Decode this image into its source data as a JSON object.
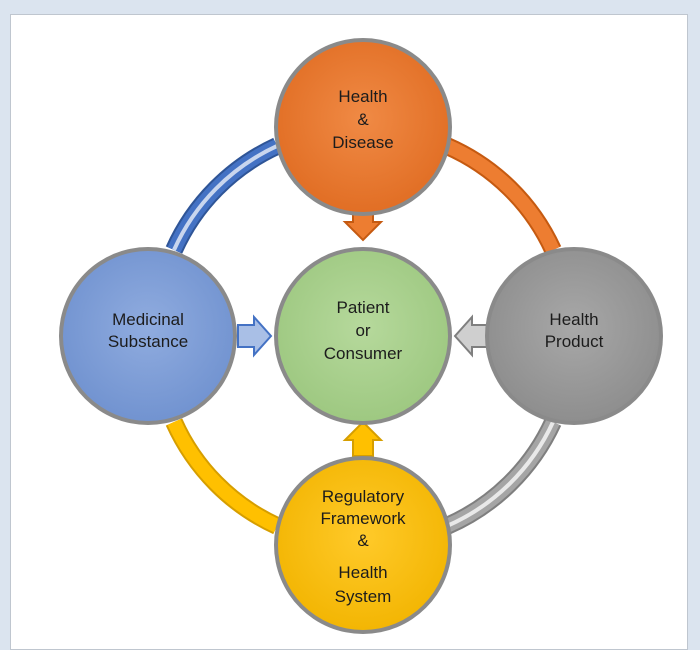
{
  "diagram": {
    "nodes": {
      "health_disease": {
        "lines": [
          "Health",
          "&",
          "Disease"
        ],
        "color": "#ed7d31"
      },
      "medicinal_substance": {
        "lines": [
          "Medicinal",
          "Substance"
        ],
        "color": "#7f9fd6"
      },
      "patient_consumer": {
        "lines": [
          "Patient",
          "or",
          "Consumer"
        ],
        "color": "#a9d18e"
      },
      "health_product": {
        "lines": [
          "Health",
          "Product"
        ],
        "color": "#999999"
      },
      "regulatory_framework": {
        "lines": [
          "Regulatory",
          "Framework",
          "&",
          "Health",
          "System"
        ],
        "color": "#ffc000"
      }
    },
    "ring_colors": {
      "top_left": "#4472c4",
      "top_right": "#ed7d31",
      "bottom_right": "#a5a5a5",
      "bottom_left": "#ffc000"
    }
  }
}
